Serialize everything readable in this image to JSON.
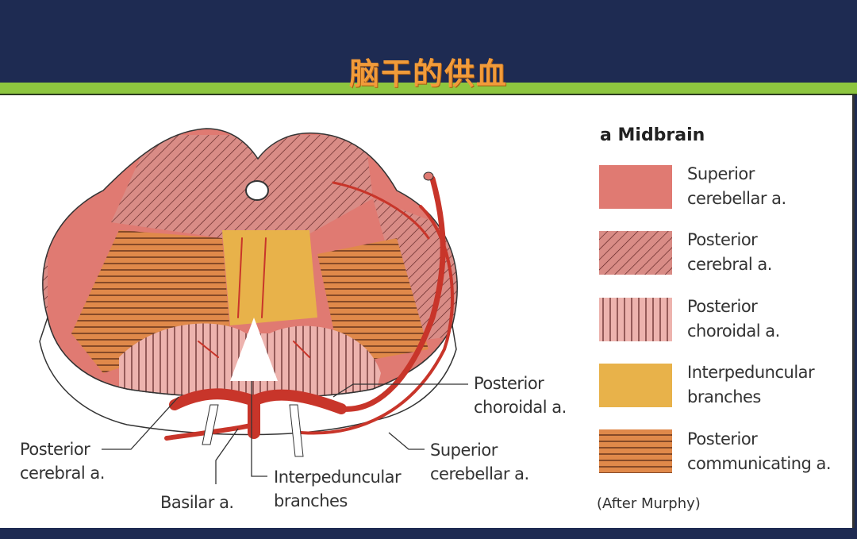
{
  "title": "脑干的供血",
  "legend": {
    "heading": "a  Midbrain",
    "items": [
      {
        "line1": "Superior",
        "line2": "cerebellar a.",
        "pattern": "solid",
        "color": "#e07a72"
      },
      {
        "line1": "Posterior",
        "line2": "cerebral a.",
        "pattern": "diagonal",
        "color": "#d98c86"
      },
      {
        "line1": "Posterior",
        "line2": "choroidal a.",
        "pattern": "vertical",
        "color": "#edb3ae"
      },
      {
        "line1": "Interpeduncular",
        "line2": "branches",
        "pattern": "solid",
        "color": "#e8b24a"
      },
      {
        "line1": "Posterior",
        "line2": "communicating a.",
        "pattern": "horizontal",
        "color": "#e0894a"
      }
    ],
    "credit": "(After Murphy)"
  },
  "labels": {
    "posterior_choroidal": {
      "line1": "Posterior",
      "line2": "choroidal a."
    },
    "posterior_cerebral": {
      "line1": "Posterior",
      "line2": "cerebral a."
    },
    "superior_cerebellar": {
      "line1": "Superior",
      "line2": "cerebellar a."
    },
    "basilar": "Basilar a.",
    "interpeduncular": {
      "line1": "Interpeduncular",
      "line2": "branches"
    }
  }
}
